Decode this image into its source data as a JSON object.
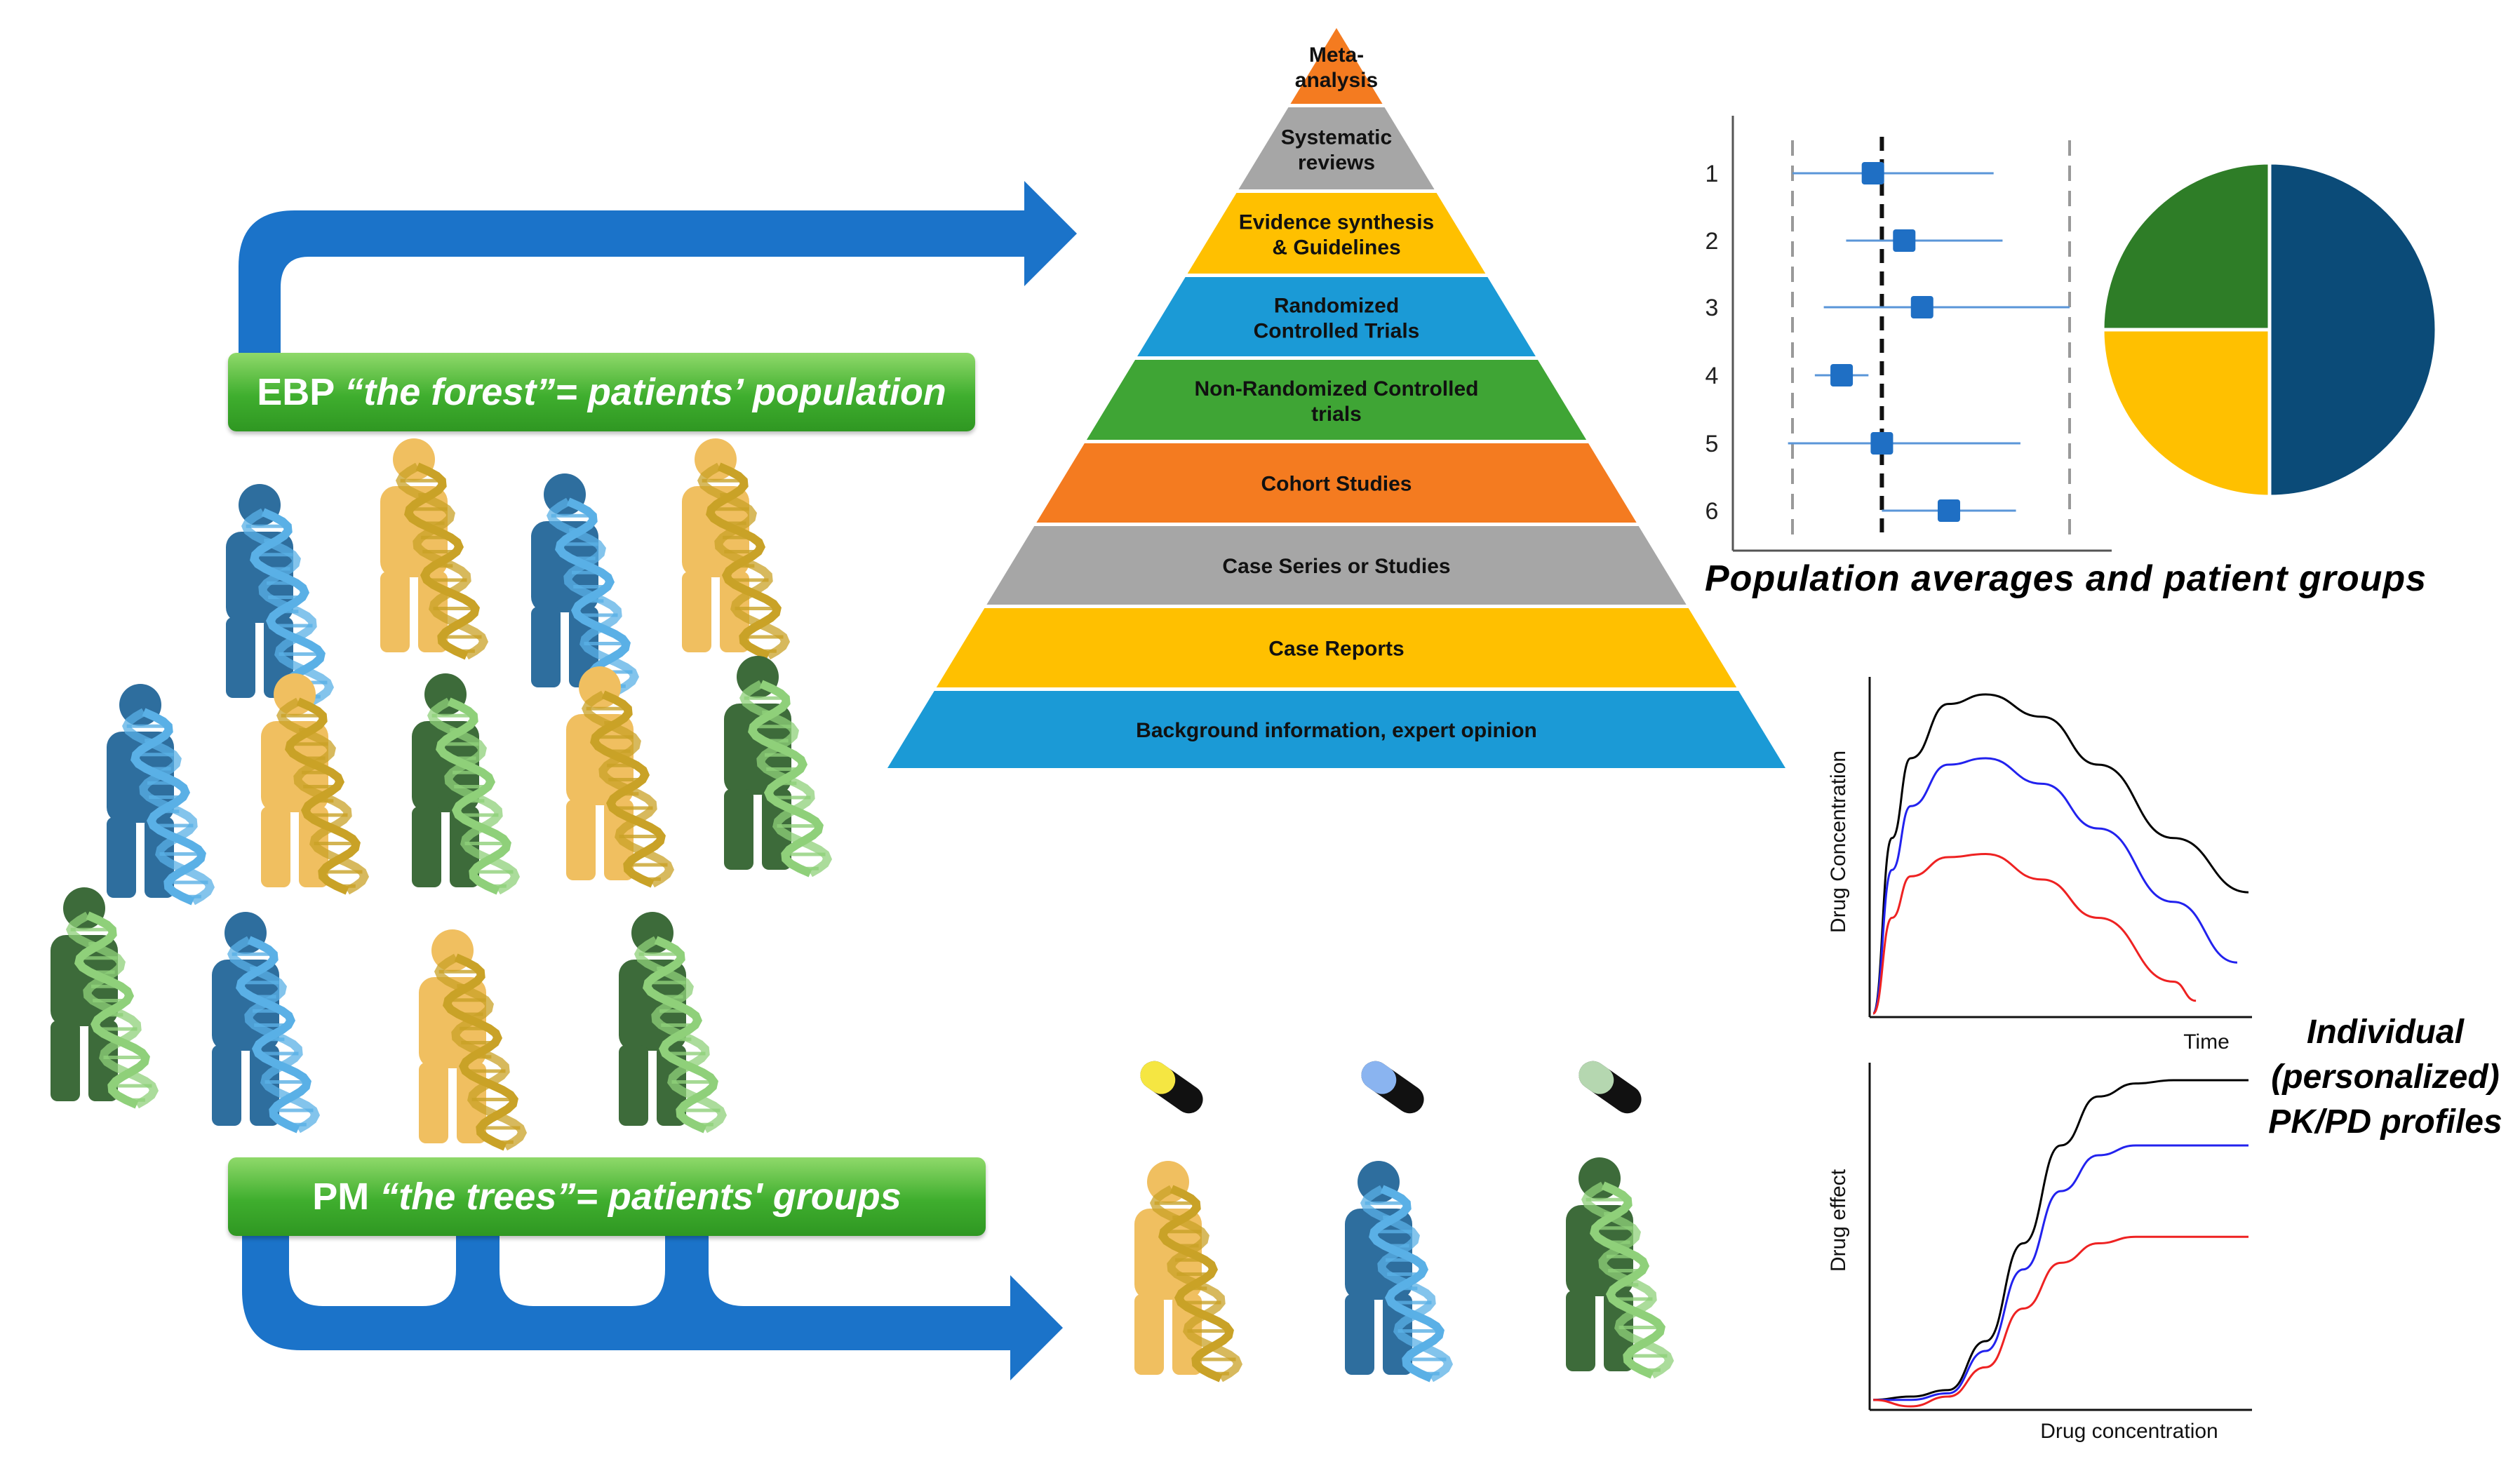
{
  "banners": {
    "ebp_prefix": "EBP ",
    "ebp_italic": "“the forest”= patients’ population",
    "pm_prefix": "PM ",
    "pm_italic": "“the trees”= patients' groups"
  },
  "pyramid": {
    "tiers": [
      {
        "line1": "Meta-",
        "line2": "analysis",
        "color": "#f47b20"
      },
      {
        "line1": "Systematic",
        "line2": "reviews",
        "color": "#a6a6a6"
      },
      {
        "line1": "Evidence synthesis",
        "line2": "& Guidelines",
        "color": "#ffc000"
      },
      {
        "line1": "Randomized",
        "line2": "Controlled Trials",
        "color": "#1b9ad6"
      },
      {
        "line1": "Non-Randomized Controlled",
        "line2": "trials",
        "color": "#3fa535"
      },
      {
        "line1": "Cohort Studies",
        "line2": "",
        "color": "#f47b20"
      },
      {
        "line1": "Case Series or Studies",
        "line2": "",
        "color": "#a6a6a6"
      },
      {
        "line1": "Case Reports",
        "line2": "",
        "color": "#ffc000"
      },
      {
        "line1": "Background information, expert opinion",
        "line2": "",
        "color": "#1b9ad6"
      }
    ]
  },
  "forest_plot": {
    "rows": [
      "1",
      "2",
      "3",
      "4",
      "5",
      "6"
    ],
    "estimates": [
      0.18,
      0.25,
      0.29,
      0.11,
      0.2,
      0.35
    ],
    "ci_low": [
      0.0,
      0.12,
      0.07,
      0.05,
      -0.01,
      0.2
    ],
    "ci_high": [
      0.45,
      0.47,
      0.62,
      0.17,
      0.51,
      0.5
    ],
    "null_line": 0.2,
    "bounds": [
      0.0,
      0.62
    ],
    "marker_color": "#1f6fc4"
  },
  "pie": {
    "slices": [
      {
        "fraction": 0.5,
        "color": "#0b4b78"
      },
      {
        "fraction": 0.25,
        "color": "#ffc000"
      },
      {
        "fraction": 0.25,
        "color": "#2e7d27"
      }
    ]
  },
  "captions": {
    "population": "Population averages and patient groups",
    "individual_line1": "Individual",
    "individual_line2": "(personalized)",
    "individual_line3": "PK/PD profiles"
  },
  "chart_data": [
    {
      "type": "line",
      "title": "",
      "xlabel": "Time",
      "ylabel": "Drug Concentration",
      "grid": false,
      "series": [
        {
          "color": "#000000",
          "x": [
            0,
            0.05,
            0.1,
            0.2,
            0.3,
            0.45,
            0.6,
            0.8,
            1.0
          ],
          "y": [
            0,
            0.55,
            0.8,
            0.97,
            1.0,
            0.93,
            0.78,
            0.55,
            0.38
          ]
        },
        {
          "color": "#2222ee",
          "x": [
            0,
            0.05,
            0.1,
            0.2,
            0.3,
            0.45,
            0.6,
            0.8,
            0.97
          ],
          "y": [
            0,
            0.45,
            0.65,
            0.78,
            0.8,
            0.72,
            0.58,
            0.35,
            0.16
          ]
        },
        {
          "color": "#ee2222",
          "x": [
            0,
            0.05,
            0.1,
            0.2,
            0.3,
            0.45,
            0.6,
            0.8,
            0.86
          ],
          "y": [
            0,
            0.3,
            0.43,
            0.49,
            0.5,
            0.42,
            0.3,
            0.1,
            0.04
          ]
        }
      ]
    },
    {
      "type": "line",
      "title": "",
      "xlabel": "Drug concentration",
      "ylabel": "Drug effect",
      "grid": false,
      "series": [
        {
          "color": "#000000",
          "x": [
            0,
            0.1,
            0.2,
            0.3,
            0.4,
            0.5,
            0.6,
            0.7,
            0.8,
            1.0
          ],
          "y": [
            0.02,
            0.03,
            0.05,
            0.2,
            0.5,
            0.8,
            0.95,
            0.99,
            1.0,
            1.0
          ]
        },
        {
          "color": "#2222ee",
          "x": [
            0,
            0.1,
            0.2,
            0.3,
            0.4,
            0.5,
            0.6,
            0.7,
            0.8,
            1.0
          ],
          "y": [
            0.02,
            0.02,
            0.04,
            0.17,
            0.42,
            0.66,
            0.77,
            0.8,
            0.8,
            0.8
          ]
        },
        {
          "color": "#ee2222",
          "x": [
            0,
            0.1,
            0.2,
            0.3,
            0.4,
            0.5,
            0.6,
            0.7,
            0.8,
            1.0
          ],
          "y": [
            0.02,
            0.0,
            0.03,
            0.12,
            0.3,
            0.44,
            0.5,
            0.52,
            0.52,
            0.52
          ]
        }
      ]
    }
  ],
  "people": {
    "colors": {
      "blue": "#2e6e9e",
      "yellow": "#f0bf60",
      "green": "#3d6b3a"
    },
    "dna_colors": {
      "blue": "#5ab0e6",
      "yellow": "#c9a227",
      "green": "#8fd07a"
    }
  },
  "pills": [
    {
      "color": "#f5e642"
    },
    {
      "color": "#8ab4f0"
    },
    {
      "color": "#b5d7b0"
    }
  ]
}
